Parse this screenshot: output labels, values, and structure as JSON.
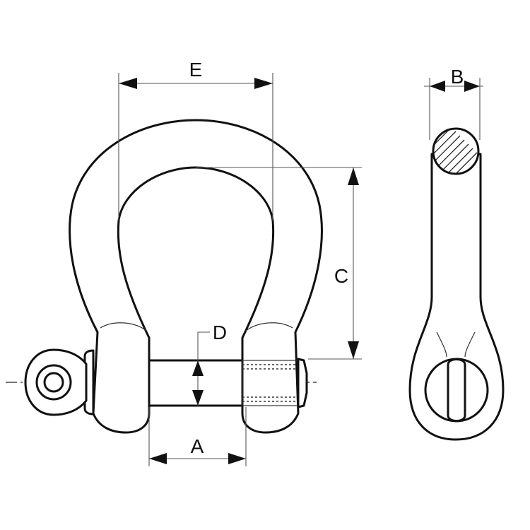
{
  "labels": {
    "A": "A",
    "B": "B",
    "C": "C",
    "D": "D",
    "E": "E"
  },
  "colors": {
    "line": "#111111",
    "background": "#ffffff"
  }
}
